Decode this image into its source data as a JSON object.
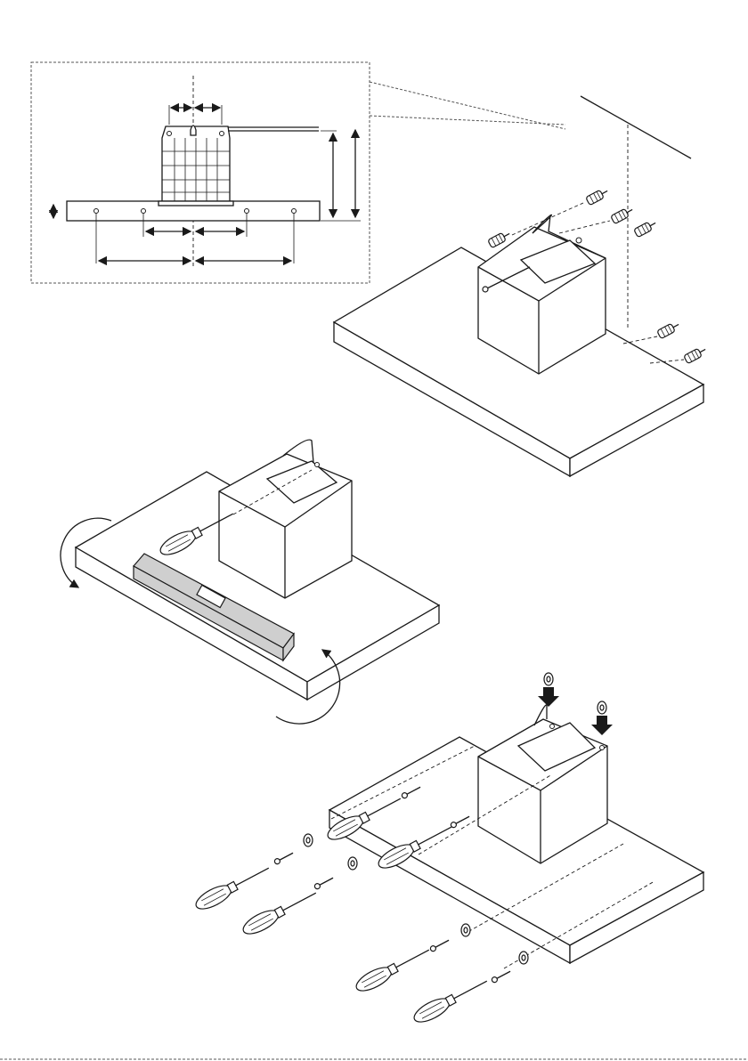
{
  "figure": {
    "panels": [
      {
        "id": "detail-dimensions"
      },
      {
        "id": "wall-plugs-and-screws"
      },
      {
        "id": "level-and-rotate"
      },
      {
        "id": "fix-screws-and-washers"
      }
    ]
  }
}
